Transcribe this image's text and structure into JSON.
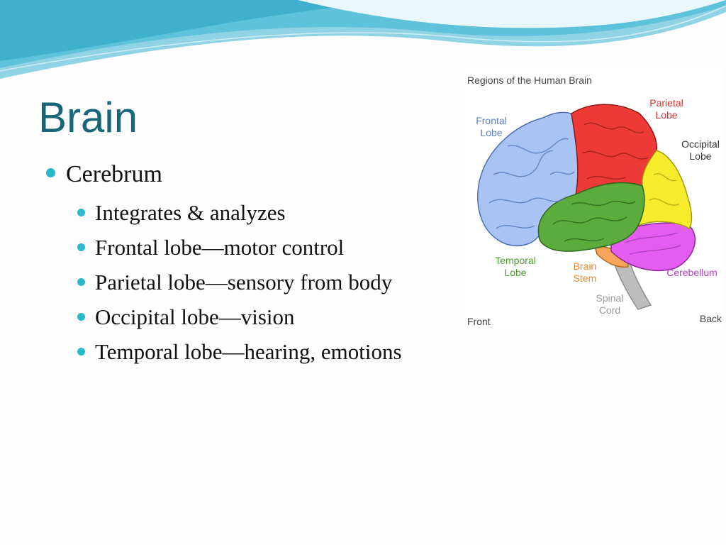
{
  "slide": {
    "title": "Brain",
    "bullet_main": "Cerebrum",
    "sub_bullets": [
      "Integrates & analyzes",
      "Frontal lobe—motor control",
      "Parietal lobe—sensory from body",
      "Occipital lobe—vision",
      "Temporal lobe—hearing, emotions"
    ],
    "accent_color": "#2ab8cc",
    "title_color": "#17667a"
  },
  "figure": {
    "caption": "Regions of the Human Brain",
    "labels": {
      "frontal": [
        "Frontal",
        "Lobe"
      ],
      "parietal": [
        "Parietal",
        "Lobe"
      ],
      "occipital": [
        "Occipital",
        "Lobe"
      ],
      "temporal": [
        "Temporal",
        "Lobe"
      ],
      "brain_stem": [
        "Brain",
        "Stem"
      ],
      "cerebellum": "Cerebellum",
      "spinal_cord": [
        "Spinal",
        "Cord"
      ],
      "front": "Front",
      "back": "Back"
    },
    "colors": {
      "frontal": "#a9c4f2",
      "parietal": "#ee3a36",
      "occipital": "#f6ec2b",
      "temporal": "#5cab3d",
      "brain_stem": "#f7a55a",
      "cerebellum": "#e45df1",
      "spinal_cord": "#bdbdbd"
    }
  }
}
